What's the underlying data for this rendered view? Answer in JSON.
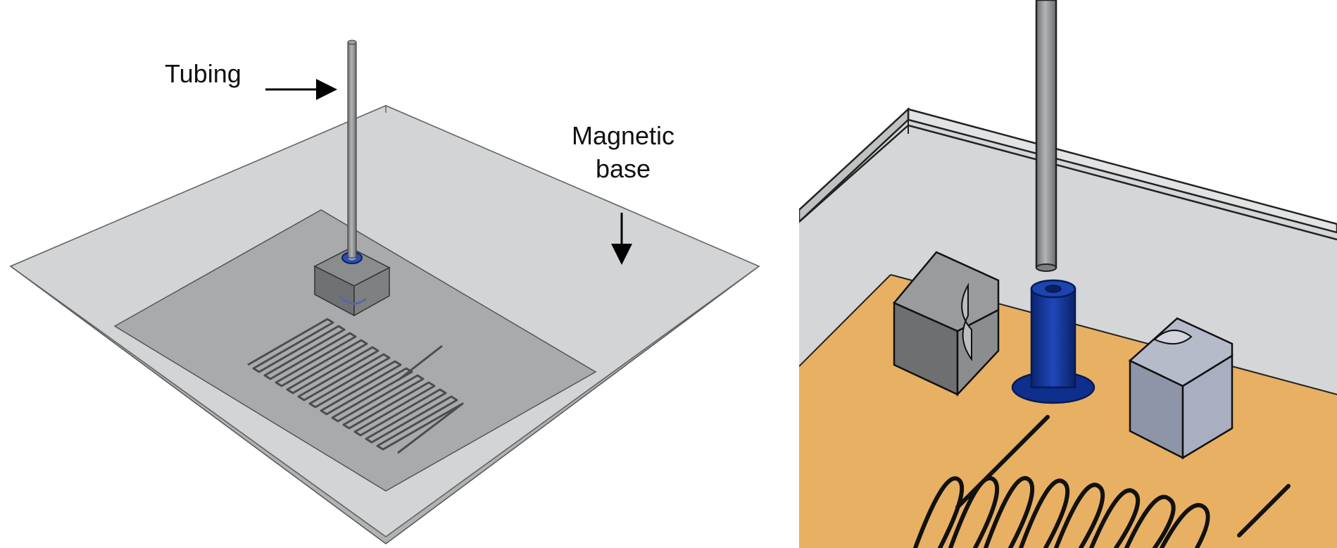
{
  "labels": {
    "tubing": "Tubing",
    "magnetic_base_line1": "Magnetic",
    "magnetic_base_line2": "base"
  },
  "colors": {
    "base_plate": "#d2d4d5",
    "chip": "#a9aaab",
    "tube": "#8b8d8f",
    "connector_blue": "#0e2f8c",
    "substrate_orange": "#e8b063",
    "magnet_dark": "#767778",
    "magnet_light": "#9da3b4"
  }
}
